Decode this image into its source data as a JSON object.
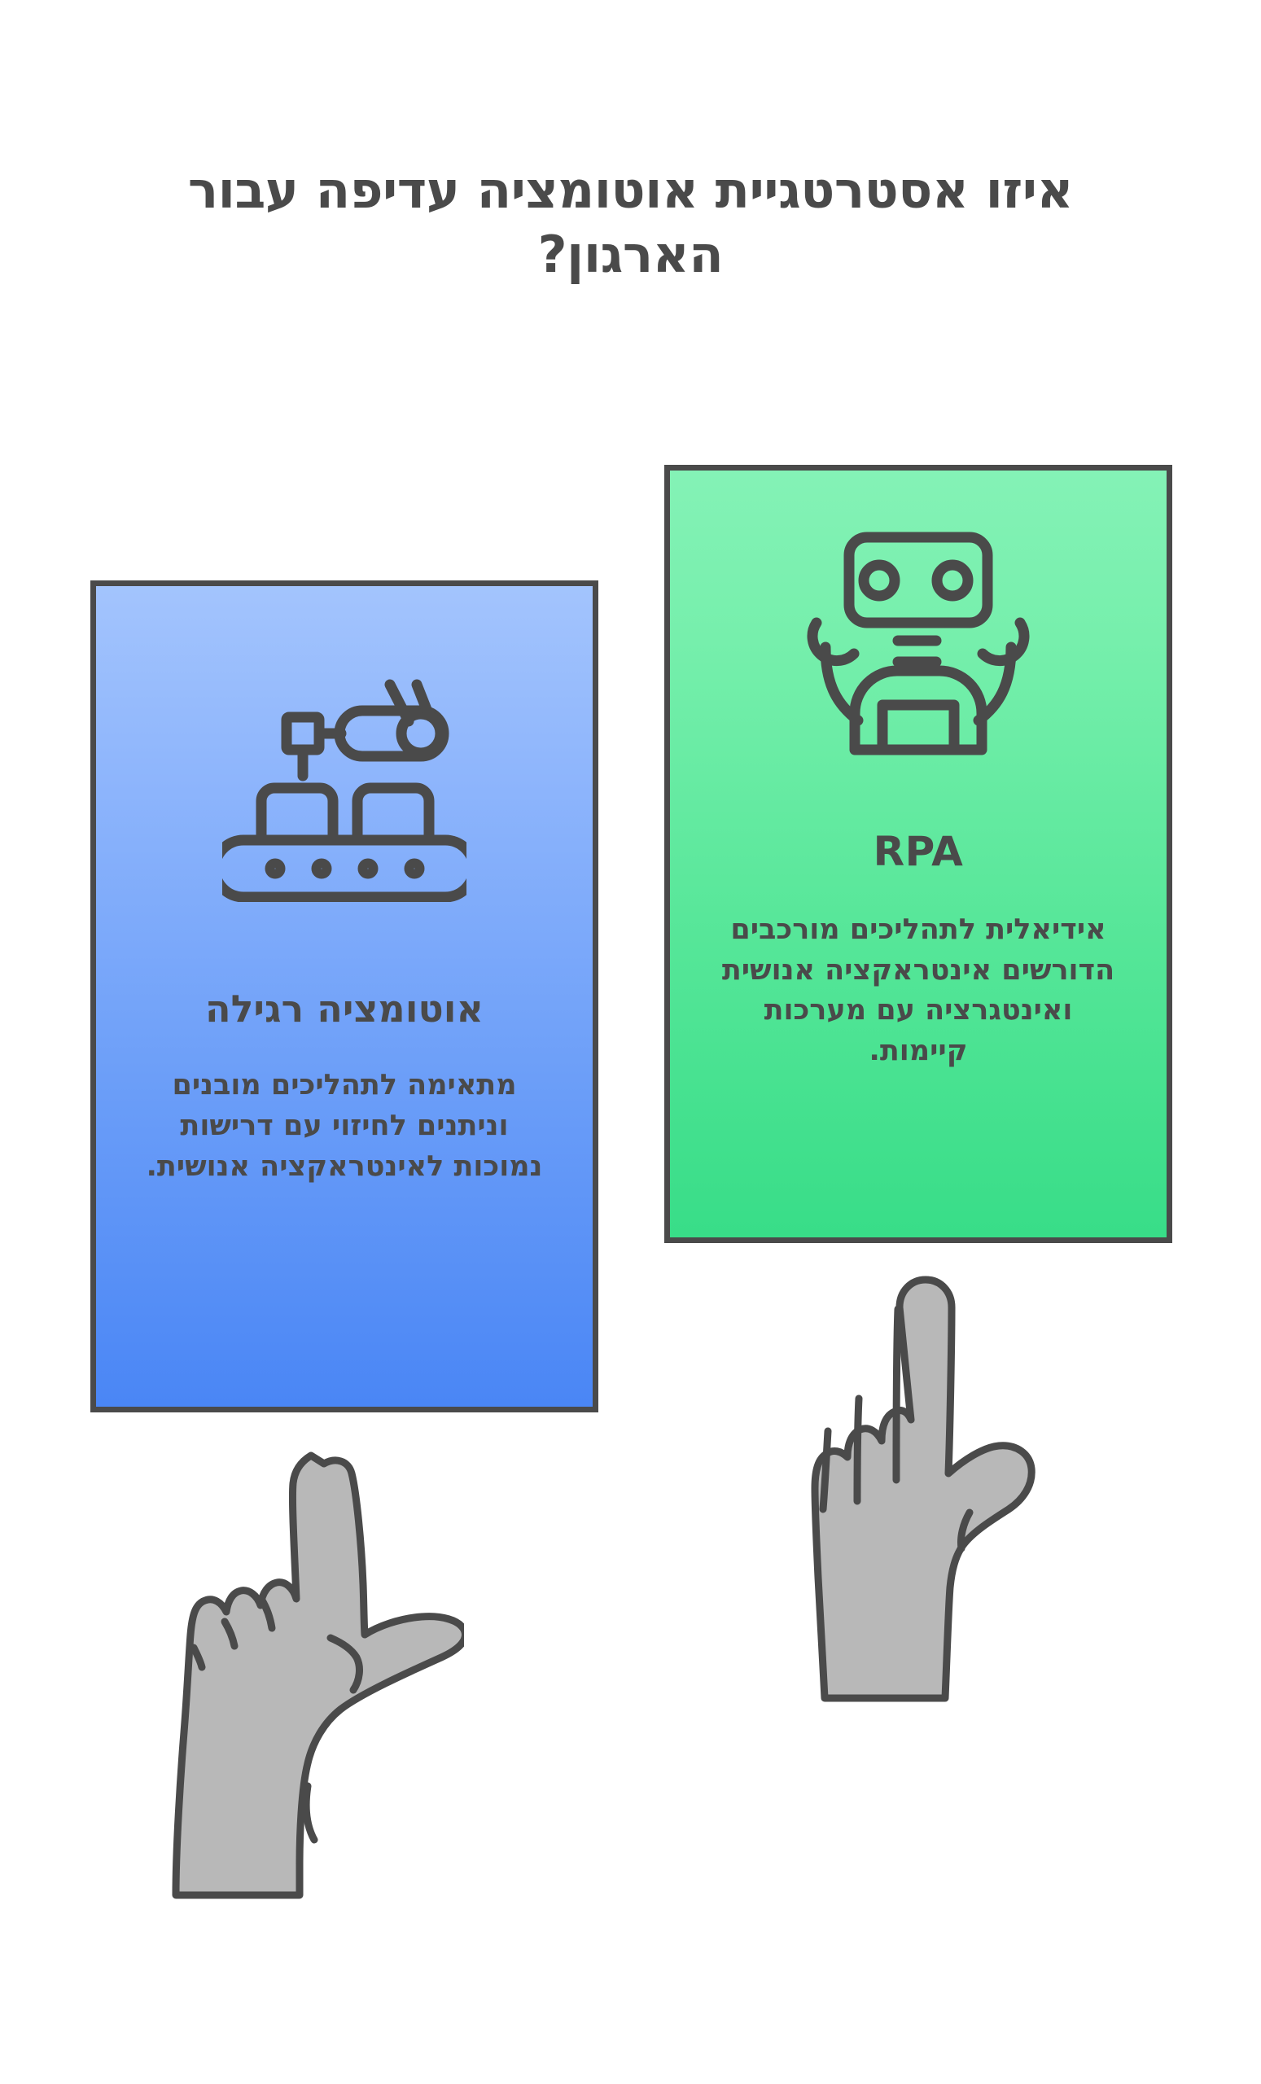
{
  "page": {
    "language": "he",
    "direction": "rtl",
    "background_color": "#ffffff",
    "ink_color": "#4a4a4a"
  },
  "title": {
    "text": "איזו אסטרטגיית אוטומציה עדיפה עבור הארגון?"
  },
  "cards": [
    {
      "id": "standard-automation",
      "icon_name": "conveyor-belt-robot-arm-icon",
      "heading": "אוטומציה רגילה",
      "body": "מתאימה לתהליכים מובנים וניתנים לחיזוי עם דרישות נמוכות לאינטראקציה אנושית.",
      "gradient_from": "#a3c4fd",
      "gradient_to": "#4a86f5",
      "border_color": "#4a4a4a"
    },
    {
      "id": "rpa",
      "icon_name": "robot-icon",
      "heading": "RPA",
      "body": "אידיאלית לתהליכים מורכבים הדורשים אינטראקציה אנושית ואינטגרציה עם מערכות קיימות.",
      "gradient_from": "#84f2b6",
      "gradient_to": "#38dd88",
      "border_color": "#4a4a4a"
    }
  ],
  "hands": [
    {
      "id": "hand-left",
      "icon_name": "pointing-hand-tilted-icon",
      "fill": "#b8b8b8",
      "stroke": "#4a4a4a"
    },
    {
      "id": "hand-right",
      "icon_name": "pointing-hand-up-icon",
      "fill": "#b8b8b8",
      "stroke": "#4a4a4a"
    }
  ]
}
